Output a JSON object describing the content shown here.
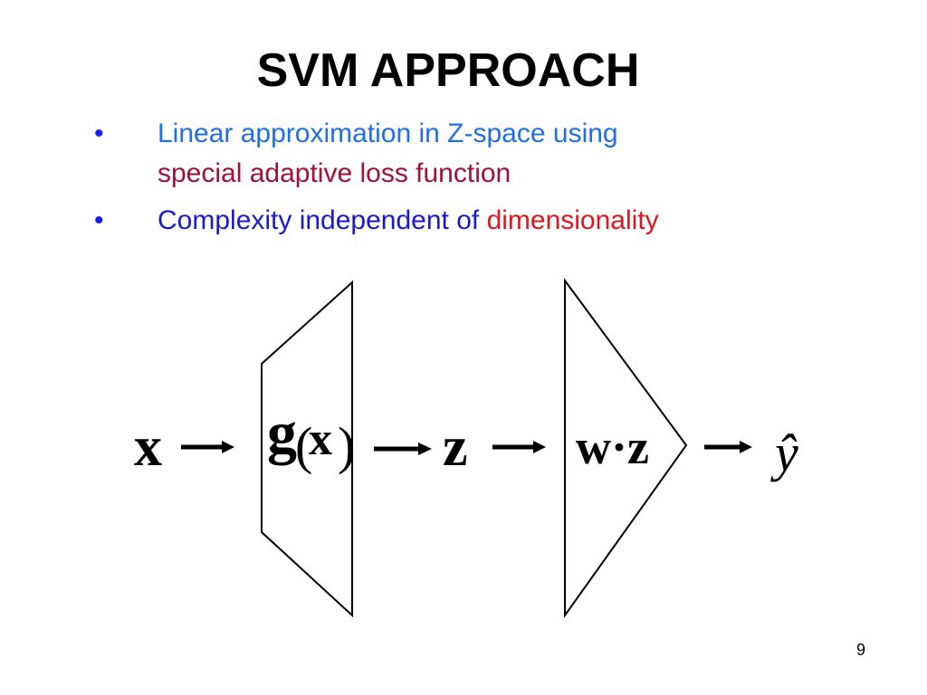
{
  "slide": {
    "title": "SVM APPROACH",
    "bullets": [
      {
        "marker": "•",
        "segments": [
          {
            "text": "Linear approximation in Z-space using",
            "color": "#1f6fe8"
          },
          {
            "text": "special adaptive loss function",
            "color": "#a0103a"
          }
        ]
      },
      {
        "marker": "•",
        "segments": [
          {
            "text": "Complexity independent of ",
            "color": "#1a1acc"
          },
          {
            "text": "dimensionality",
            "color": "#e3141e"
          }
        ]
      }
    ],
    "page_number": "9"
  },
  "diagram": {
    "input_label": "x",
    "feature_map_label": "g",
    "feature_map_arg": "x",
    "feature_label": "z",
    "linear_label": "w·z",
    "output_label": "ŷ"
  }
}
